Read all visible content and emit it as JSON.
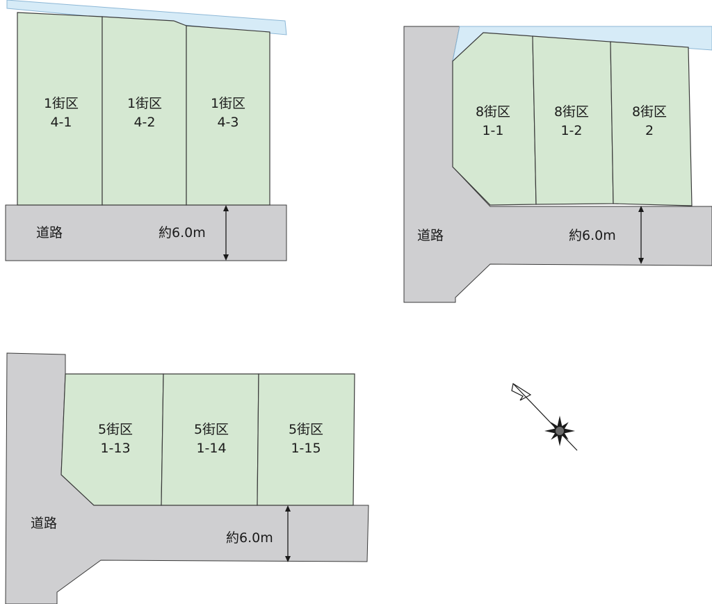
{
  "blocks": [
    {
      "id": "block-1",
      "road_label": "道路",
      "road_width_label": "約6.0m",
      "lots": [
        {
          "line1": "1街区",
          "line2": "4-1"
        },
        {
          "line1": "1街区",
          "line2": "4-2"
        },
        {
          "line1": "1街区",
          "line2": "4-3"
        }
      ]
    },
    {
      "id": "block-8",
      "road_label": "道路",
      "road_width_label": "約6.0m",
      "lots": [
        {
          "line1": "8街区",
          "line2": "1-1"
        },
        {
          "line1": "8街区",
          "line2": "1-2"
        },
        {
          "line1": "8街区",
          "line2": "2"
        }
      ]
    },
    {
      "id": "block-5",
      "road_label": "道路",
      "road_width_label": "約6.0m",
      "lots": [
        {
          "line1": "5街区",
          "line2": "1-13"
        },
        {
          "line1": "5街区",
          "line2": "1-14"
        },
        {
          "line1": "5街区",
          "line2": "1-15"
        }
      ]
    }
  ],
  "compass": {
    "icon": "north-arrow-compass-icon"
  },
  "colors": {
    "lot": "#d5e8d2",
    "road": "#cfcfd1",
    "water": "#d6ebf7"
  }
}
